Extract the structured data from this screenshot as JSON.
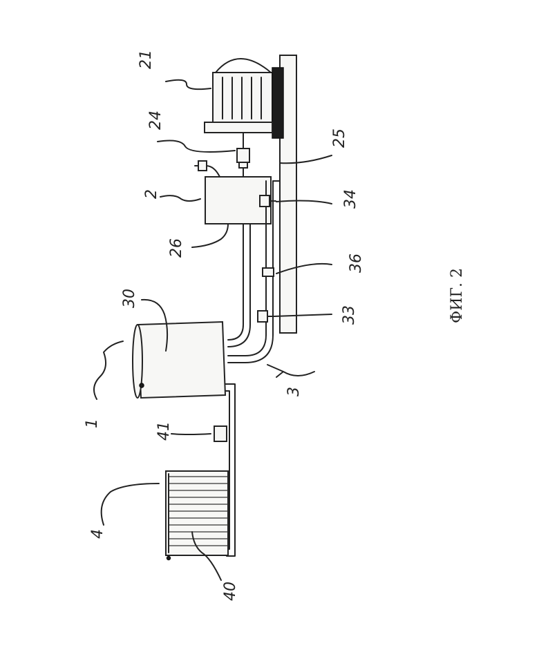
{
  "figure": {
    "caption": "ФИГ. 2"
  },
  "labels": {
    "l1": "1",
    "l2": "2",
    "l3": "3",
    "l4": "4",
    "l21": "21",
    "l24": "24",
    "l25": "25",
    "l26": "26",
    "l30": "30",
    "l33": "33",
    "l34": "34",
    "l36": "36",
    "l40": "40",
    "l41": "41"
  }
}
